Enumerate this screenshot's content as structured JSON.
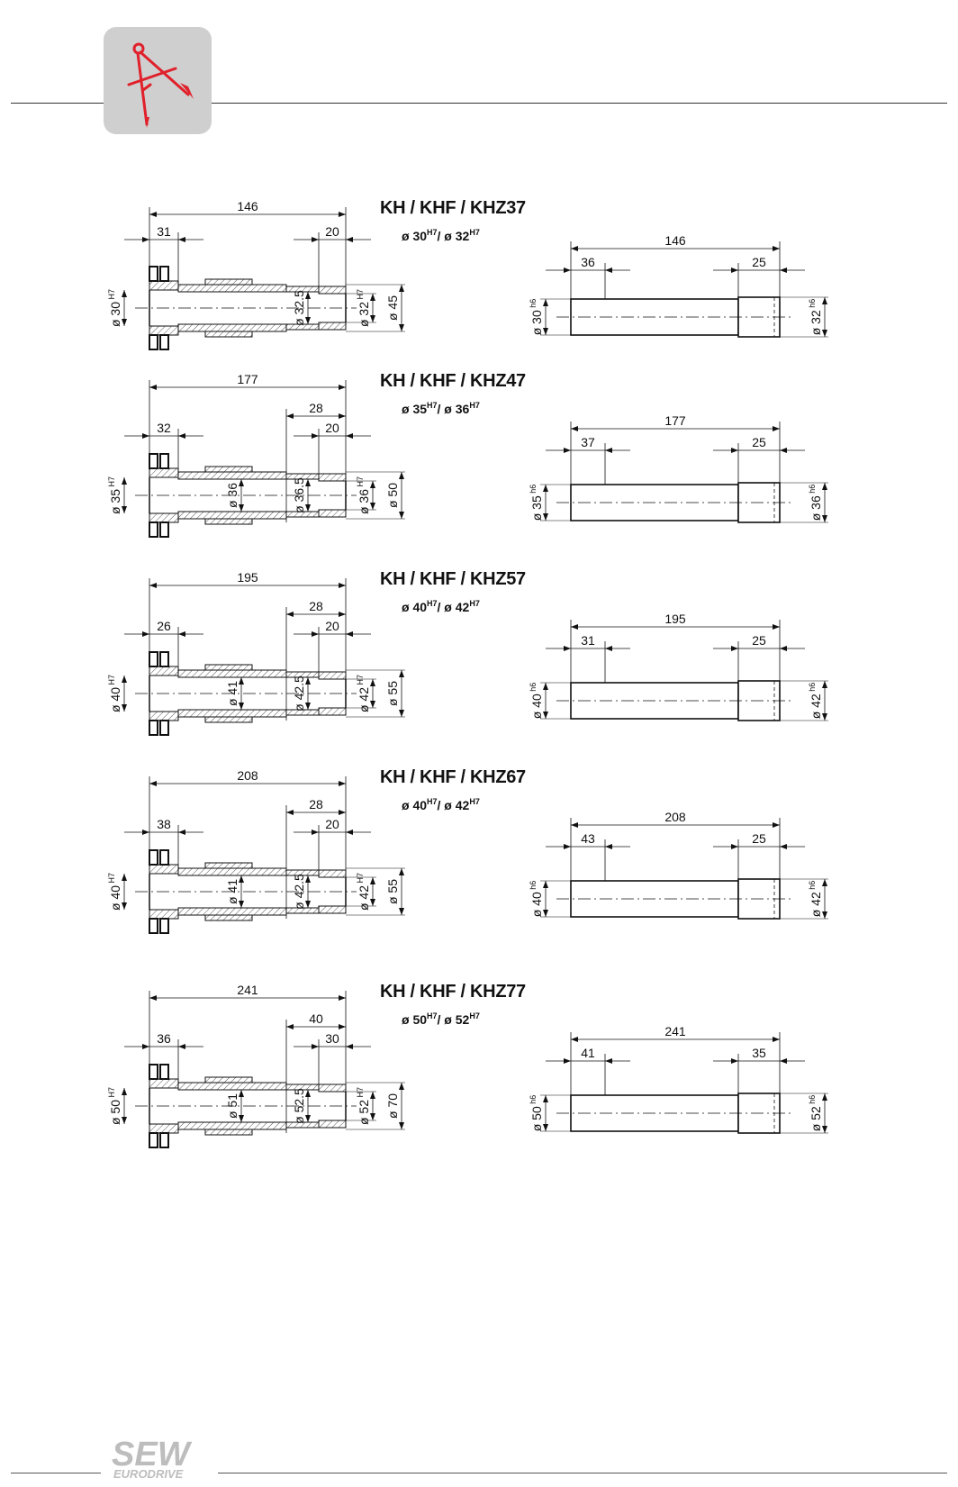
{
  "sections": [
    {
      "title": "KH / KHF / KHZ37",
      "sub": {
        "d1": "ø 30",
        "t1": "H7",
        "d2": "/ ø 32",
        "t2": "H7"
      },
      "left": {
        "L": "146",
        "a": "31",
        "c": "20",
        "d1": "ø 30",
        "d1t": "H7",
        "dBore": "ø 32.5",
        "d2": "ø 32",
        "d2t": "H7",
        "dOut": "ø 45"
      },
      "right": {
        "L": "146",
        "a": "36",
        "c": "25",
        "d1": "ø 30",
        "d1t": "h6",
        "d2": "ø 32",
        "d2t": "h6"
      }
    },
    {
      "title": "KH / KHF / KHZ47",
      "sub": {
        "d1": "ø 35",
        "t1": "H7",
        "d2": "/ ø 36",
        "t2": "H7"
      },
      "left": {
        "L": "177",
        "b": "28",
        "a": "32",
        "c": "20",
        "d1": "ø 35",
        "d1t": "H7",
        "dMid": "ø 36",
        "dBore": "ø 36.5",
        "d2": "ø 36",
        "d2t": "H7",
        "dOut": "ø 50"
      },
      "right": {
        "L": "177",
        "a": "37",
        "c": "25",
        "d1": "ø 35",
        "d1t": "h6",
        "d2": "ø 36",
        "d2t": "h6"
      }
    },
    {
      "title": "KH / KHF / KHZ57",
      "sub": {
        "d1": "ø 40",
        "t1": "H7",
        "d2": "/ ø 42",
        "t2": "H7"
      },
      "left": {
        "L": "195",
        "b": "28",
        "a": "26",
        "c": "20",
        "d1": "ø 40",
        "d1t": "H7",
        "dMid": "ø 41",
        "dBore": "ø 42.5",
        "d2": "ø 42",
        "d2t": "H7",
        "dOut": "ø 55"
      },
      "right": {
        "L": "195",
        "a": "31",
        "c": "25",
        "d1": "ø 40",
        "d1t": "h6",
        "d2": "ø 42",
        "d2t": "h6"
      }
    },
    {
      "title": "KH / KHF / KHZ67",
      "sub": {
        "d1": "ø 40",
        "t1": "H7",
        "d2": "/ ø 42",
        "t2": "H7"
      },
      "left": {
        "L": "208",
        "b": "28",
        "a": "38",
        "c": "20",
        "d1": "ø 40",
        "d1t": "H7",
        "dMid": "ø 41",
        "dBore": "ø 42.5",
        "d2": "ø 42",
        "d2t": "H7",
        "dOut": "ø 55"
      },
      "right": {
        "L": "208",
        "a": "43",
        "c": "25",
        "d1": "ø 40",
        "d1t": "h6",
        "d2": "ø 42",
        "d2t": "h6"
      }
    },
    {
      "title": "KH / KHF / KHZ77",
      "sub": {
        "d1": "ø 50",
        "t1": "H7",
        "d2": "/ ø 52",
        "t2": "H7"
      },
      "left": {
        "L": "241",
        "b": "40",
        "a": "36",
        "c": "30",
        "d1": "ø 50",
        "d1t": "H7",
        "dMid": "ø 51",
        "dBore": "ø 52.5",
        "d2": "ø 52",
        "d2t": "H7",
        "dOut": "ø 70"
      },
      "right": {
        "L": "241",
        "a": "41",
        "c": "35",
        "d1": "ø 50",
        "d1t": "h6",
        "d2": "ø 52",
        "d2t": "h6"
      }
    }
  ],
  "footer": {
    "brand": "SEW",
    "brand_sub": "EURODRIVE"
  },
  "colors": {
    "accent": "#e0202a",
    "logo_bg": "#cfcfcf",
    "line": "#111111",
    "hatch": "#555555"
  },
  "icons": {
    "header": "compass-divider-icon",
    "footer": "sew-eurodrive-logo"
  }
}
